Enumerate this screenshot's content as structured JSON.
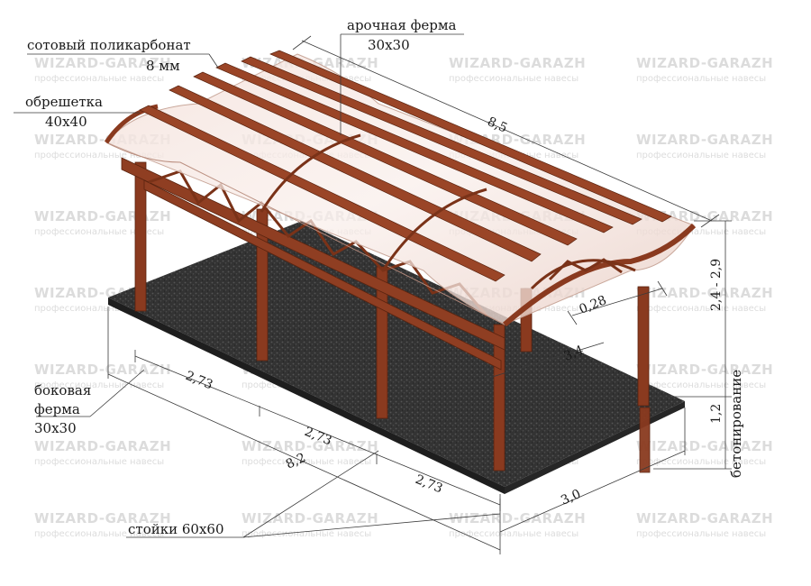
{
  "watermark": {
    "title": "WIZARD-GARAZH",
    "subtitle": "профессиональные навесы"
  },
  "labels": {
    "polycarbonate_line1": "сотовый поликарбонат",
    "polycarbonate_line2": "8 мм",
    "arch_truss_line1": "арочная ферма",
    "arch_truss_line2": "30х30",
    "lathing_line1": "обрешетка",
    "lathing_line2": "40х40",
    "side_truss_line1": "боковая",
    "side_truss_line2": "ферма",
    "side_truss_line3": "30х30",
    "posts": "стойки 60х60",
    "concreting": "бетонирование"
  },
  "dimensions": {
    "roof_length": "8,5",
    "span_1": "2,73",
    "span_2": "2,73",
    "span_3": "2,73",
    "base_length": "8,2",
    "width": "3,0",
    "inner_width": "3,4",
    "arch_height": "0,28",
    "height": "2,4 - 2,9",
    "depth": "1,2"
  },
  "colors": {
    "wood": "#8a3a1f",
    "ground": "#2e2e2e",
    "roof": "#f0d8d0"
  }
}
